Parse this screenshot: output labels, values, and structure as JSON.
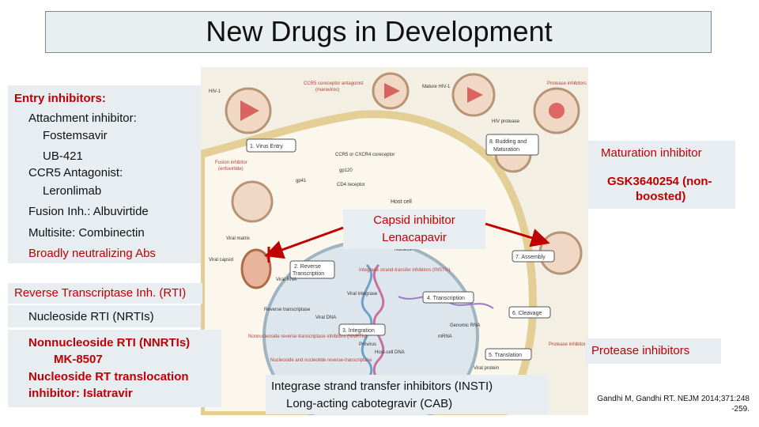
{
  "slide_title": "New Drugs in Development",
  "left_panel": {
    "entry_heading": "Entry inhibitors:",
    "attachment_label": "Attachment inhibitor:",
    "fostemsavir": "Fostemsavir",
    "ub421": "UB-421",
    "ccr5_label": "CCR5 Antagonist:",
    "leronlimab": "Leronlimab",
    "fusion": "Fusion Inh.: Albuvirtide",
    "multisite": "Multisite: Combinectin",
    "bnab": "Broadly neutralizing Abs",
    "rti_heading": "Reverse Transcriptase Inh. (RTI)",
    "nrti": "Nucleoside RTI (NRTIs)",
    "nnrti": "Nonnucleoside RTI (NNRTIs)",
    "mk8507": "MK-8507",
    "nrtti1": "Nucleoside RT translocation",
    "nrtti2": "inhibitor: Islatravir"
  },
  "maturation": {
    "heading": "Maturation inhibitor",
    "drug_line1": "GSK3640254 (non-",
    "drug_line2": "boosted)"
  },
  "capsid": {
    "heading": "Capsid inhibitor",
    "drug": "Lenacapavir"
  },
  "protease": {
    "heading": "Protease inhibitors"
  },
  "insti": {
    "line1": "Integrase strand transfer inhibitors (INSTI)",
    "line2": "Long-acting cabotegravir (CAB)"
  },
  "citation": {
    "line1": "Gandhi M, Gandhi RT. NEJM 2014;371:248",
    "line2": "-259."
  },
  "figure_labels": {
    "hiv1": "HIV-1",
    "ccr5_antagonist": "CCR5 coreceptor antagonist",
    "maraviroc": "(maraviroc)",
    "mature_hiv": "Mature HIV-1",
    "protease_inhibitors_top": "Protease inhibitors",
    "hiv_protease": "HIV protease",
    "step1": "1. Virus Entry",
    "step8a": "8. Budding and",
    "step8b": "Maturation",
    "fusion_inhibitor": "Fusion inhibitor",
    "enfuvirtide": "(enfuvirtide)",
    "coreceptor": "CCR5 or CXCR4 coreceptor",
    "gp120": "gp120",
    "gp41": "gp41",
    "cd4": "CD4 receptor",
    "host_cell": "Host cell",
    "nucleus": "Nucleus",
    "viral_matrix": "Viral matrix",
    "viral_capsid": "Viral capsid",
    "step2a": "2. Reverse",
    "step2b": "Transcription",
    "insti_label": "Integrase strand-transfer inhibitors (INSTIs)",
    "step7": "7. Assembly",
    "viral_rna": "Viral RNA",
    "viral_integrase": "Viral integrase",
    "step4": "4. Transcription",
    "reverse_transcriptase": "Reverse transcriptase",
    "viral_dna": "Viral DNA",
    "step3": "3. Integration",
    "step6": "6. Cleavage",
    "genomic_rna": "Genomic RNA",
    "nnrti_fig": "Nonnucleoside reverse-transcriptase inhibitors (NNRTIs)",
    "provirus": "Provirus",
    "mrna": "mRNA",
    "protease_inhibitors_bottom": "Protease inhibitors",
    "step5": "5. Translation",
    "nrti_fig": "Nucleoside and nucleotide reverse-transcriptase",
    "host_dna": "Host-cell DNA",
    "viral_protein": "Viral protein"
  },
  "colors": {
    "accent_red": "#c00000",
    "panel_bg": "#e7edf1",
    "cell_membrane": "#e9d9a8",
    "nucleus": "#dde6ec"
  }
}
